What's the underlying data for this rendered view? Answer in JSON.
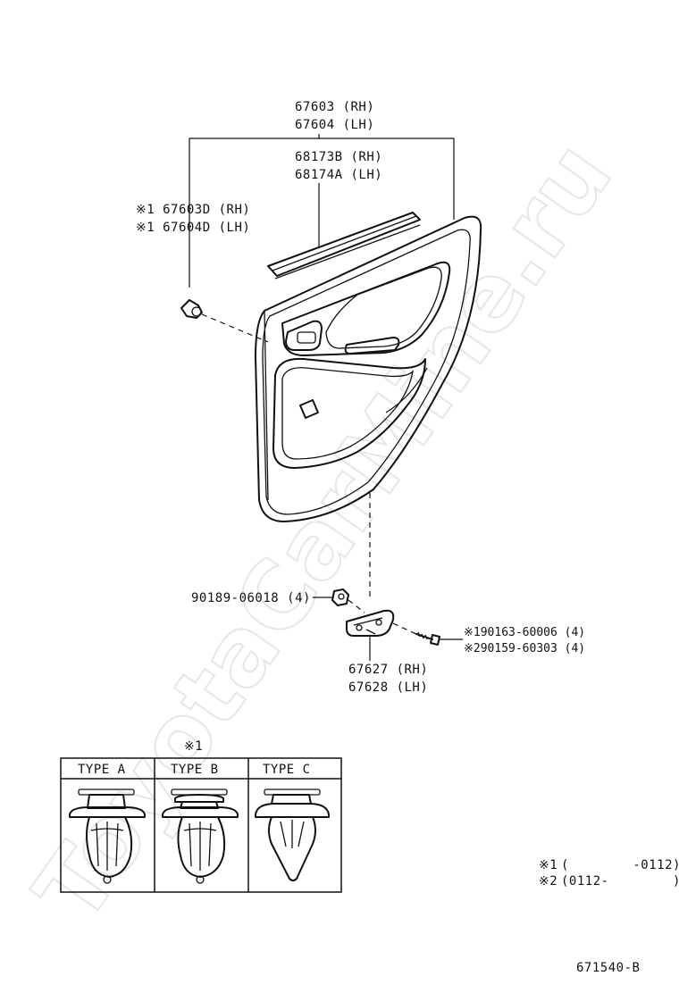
{
  "watermark": "ToyotaCarMine.ru",
  "labels": {
    "trim_board_rh": "67603 (RH)",
    "trim_board_lh": "67604 (LH)",
    "weatherstrip_rh": "68173B (RH)",
    "weatherstrip_lh": "68174A (LH)",
    "clip_rh": "※1 67603D (RH)",
    "clip_lh": "※1 67604D (LH)",
    "nut": "90189-06018 (4)",
    "screw_1": "※190163-60006 (4)",
    "screw_2": "※290159-60303 (4)",
    "bracket_rh": "67627 (RH)",
    "bracket_lh": "67628 (LH)"
  },
  "clip_table": {
    "note_mark": "※1",
    "headers": [
      "TYPE A",
      "TYPE B",
      "TYPE C"
    ]
  },
  "footnotes": {
    "note_1_mark": "※1",
    "note_1_range": "(        -0112)",
    "note_2_mark": "※2",
    "note_2_range": "(0112-        )"
  },
  "figure_number": "671540-B"
}
